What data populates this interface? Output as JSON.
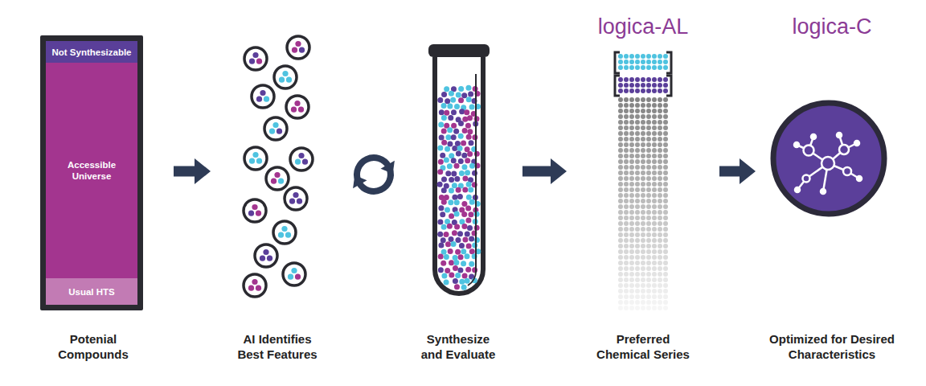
{
  "diagram": {
    "nodes": [
      {
        "text": [
          "Potenial Compounds"
        ]
      },
      {
        "text": [
          "Not Synthesizable"
        ],
        "in": 0
      },
      {
        "text": [
          "Accessible Universe"
        ],
        "in": 0
      },
      {
        "text": [
          "Usual HTS"
        ],
        "in": 0
      },
      {
        "text": [
          "AI Identifies Best Features"
        ]
      },
      {
        "text": [
          "Synthesize and Evaluate"
        ]
      },
      {
        "text": [
          "logica-AL",
          "Preferred Chemical Series"
        ]
      },
      {
        "text": [
          "logica-C",
          "Optimized for Desired Characteristics"
        ]
      }
    ],
    "edges": [
      {
        "from": 0,
        "to": 4,
        "arrow": "to"
      },
      {
        "from": 5,
        "to": 6,
        "arrow": "to"
      },
      {
        "from": 6,
        "to": 7,
        "arrow": "to"
      }
    ]
  }
}
